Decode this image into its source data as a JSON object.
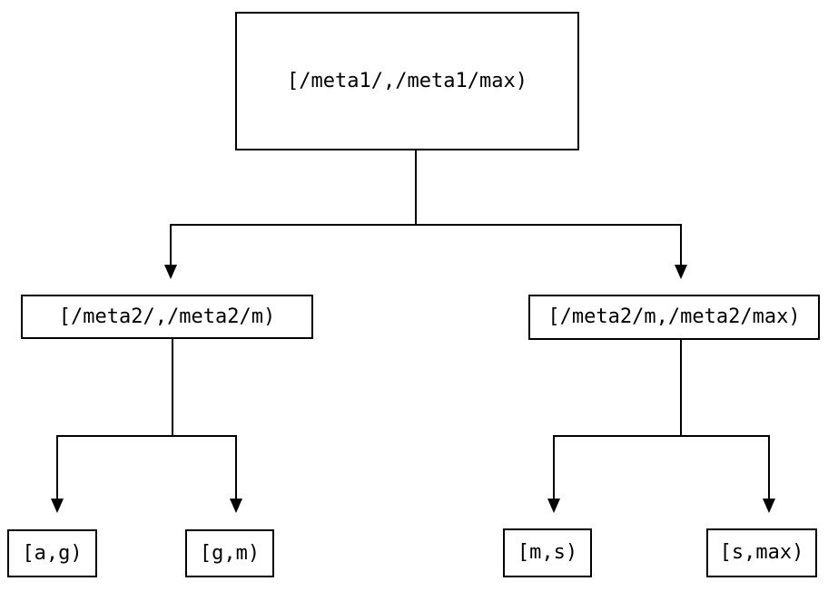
{
  "diagram": {
    "type": "tree",
    "nodes": {
      "root": {
        "label": "[/meta1/,/meta1/max)"
      },
      "left": {
        "label": "[/meta2/,/meta2/m)"
      },
      "right": {
        "label": "[/meta2/m,/meta2/max)"
      },
      "leaf_ag": {
        "label": "[a,g)"
      },
      "leaf_gm": {
        "label": "[g,m)"
      },
      "leaf_ms": {
        "label": "[m,s)"
      },
      "leaf_smax": {
        "label": "[s,max)"
      }
    },
    "edges": [
      {
        "from": "root",
        "to": "left"
      },
      {
        "from": "root",
        "to": "right"
      },
      {
        "from": "left",
        "to": "leaf_ag"
      },
      {
        "from": "left",
        "to": "leaf_gm"
      },
      {
        "from": "right",
        "to": "leaf_ms"
      },
      {
        "from": "right",
        "to": "leaf_smax"
      }
    ],
    "colors": {
      "line": "#000000",
      "text": "#000000",
      "box_border": "#000000",
      "background": "#ffffff"
    }
  }
}
